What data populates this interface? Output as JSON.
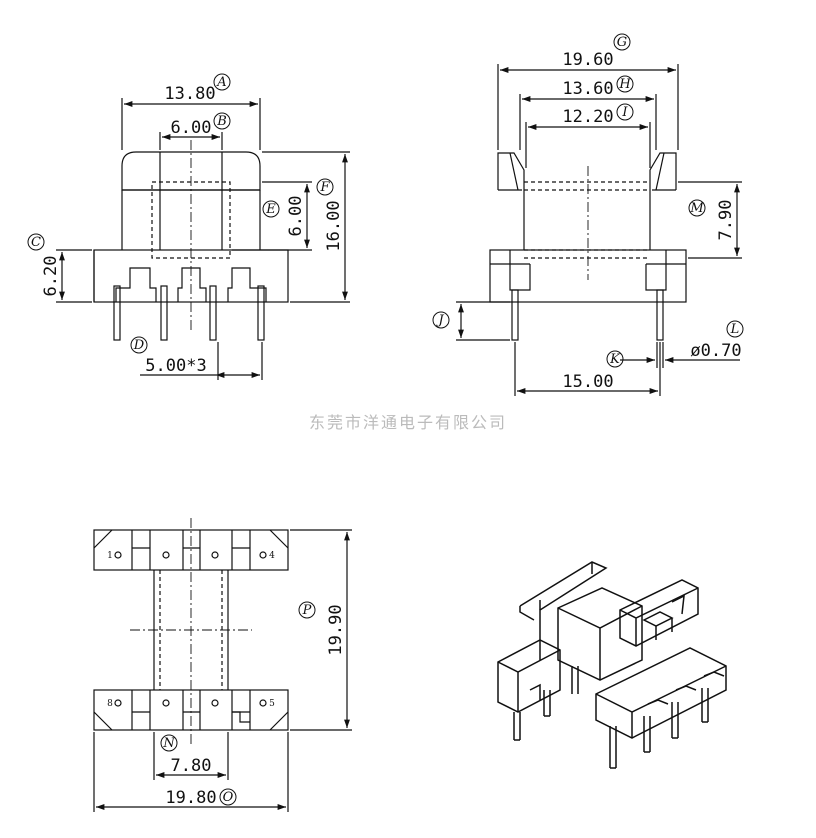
{
  "watermark": "东莞市洋通电子有限公司",
  "front_view": {
    "dim_A": {
      "value": "13.80",
      "label": "A"
    },
    "dim_B": {
      "value": "6.00",
      "label": "B"
    },
    "dim_C": {
      "value": "6.20",
      "label": "C"
    },
    "dim_D": {
      "value": "5.00*3",
      "label": "D"
    },
    "dim_E": {
      "value": "6.00",
      "label": "E"
    },
    "dim_F": {
      "value": "16.00",
      "label": "F"
    }
  },
  "side_view": {
    "dim_G": {
      "value": "19.60",
      "label": "G"
    },
    "dim_H": {
      "value": "13.60",
      "label": "H"
    },
    "dim_I": {
      "value": "12.20",
      "label": "I"
    },
    "dim_J": {
      "label": "J"
    },
    "dim_K": {
      "label": "K"
    },
    "dim_L": {
      "value": "ø0.70",
      "label": "L"
    },
    "dim_M": {
      "value": "7.90",
      "label": "M"
    },
    "pin_spacing": {
      "value": "15.00"
    }
  },
  "bottom_view": {
    "dim_N": {
      "value": "7.80",
      "label": "N"
    },
    "dim_O": {
      "value": "19.80",
      "label": "O"
    },
    "dim_P": {
      "value": "19.90",
      "label": "P"
    },
    "pins": [
      "1",
      "4",
      "8",
      "5"
    ]
  }
}
